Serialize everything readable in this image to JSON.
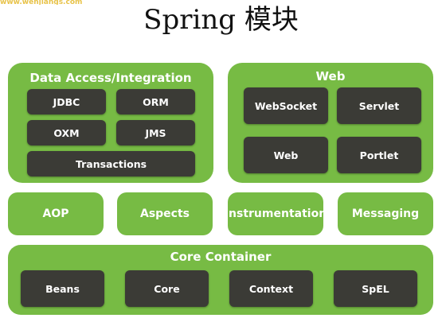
{
  "logo_text": "www.wenjiangs.com",
  "title": "Spring 模块",
  "colors": {
    "panel": "#77bb44",
    "box": "#3b3b36",
    "text": "#ffffff"
  },
  "data_access": {
    "title": "Data Access/Integration",
    "jdbc": "JDBC",
    "orm": "ORM",
    "oxm": "OXM",
    "jms": "JMS",
    "transactions": "Transactions"
  },
  "web": {
    "title": "Web",
    "websocket": "WebSocket",
    "servlet": "Servlet",
    "web": "Web",
    "portlet": "Portlet"
  },
  "middle": {
    "aop": "AOP",
    "aspects": "Aspects",
    "instrumentation": "Instrumentation",
    "messaging": "Messaging"
  },
  "core": {
    "title": "Core Container",
    "beans": "Beans",
    "core": "Core",
    "context": "Context",
    "spel": "SpEL"
  }
}
